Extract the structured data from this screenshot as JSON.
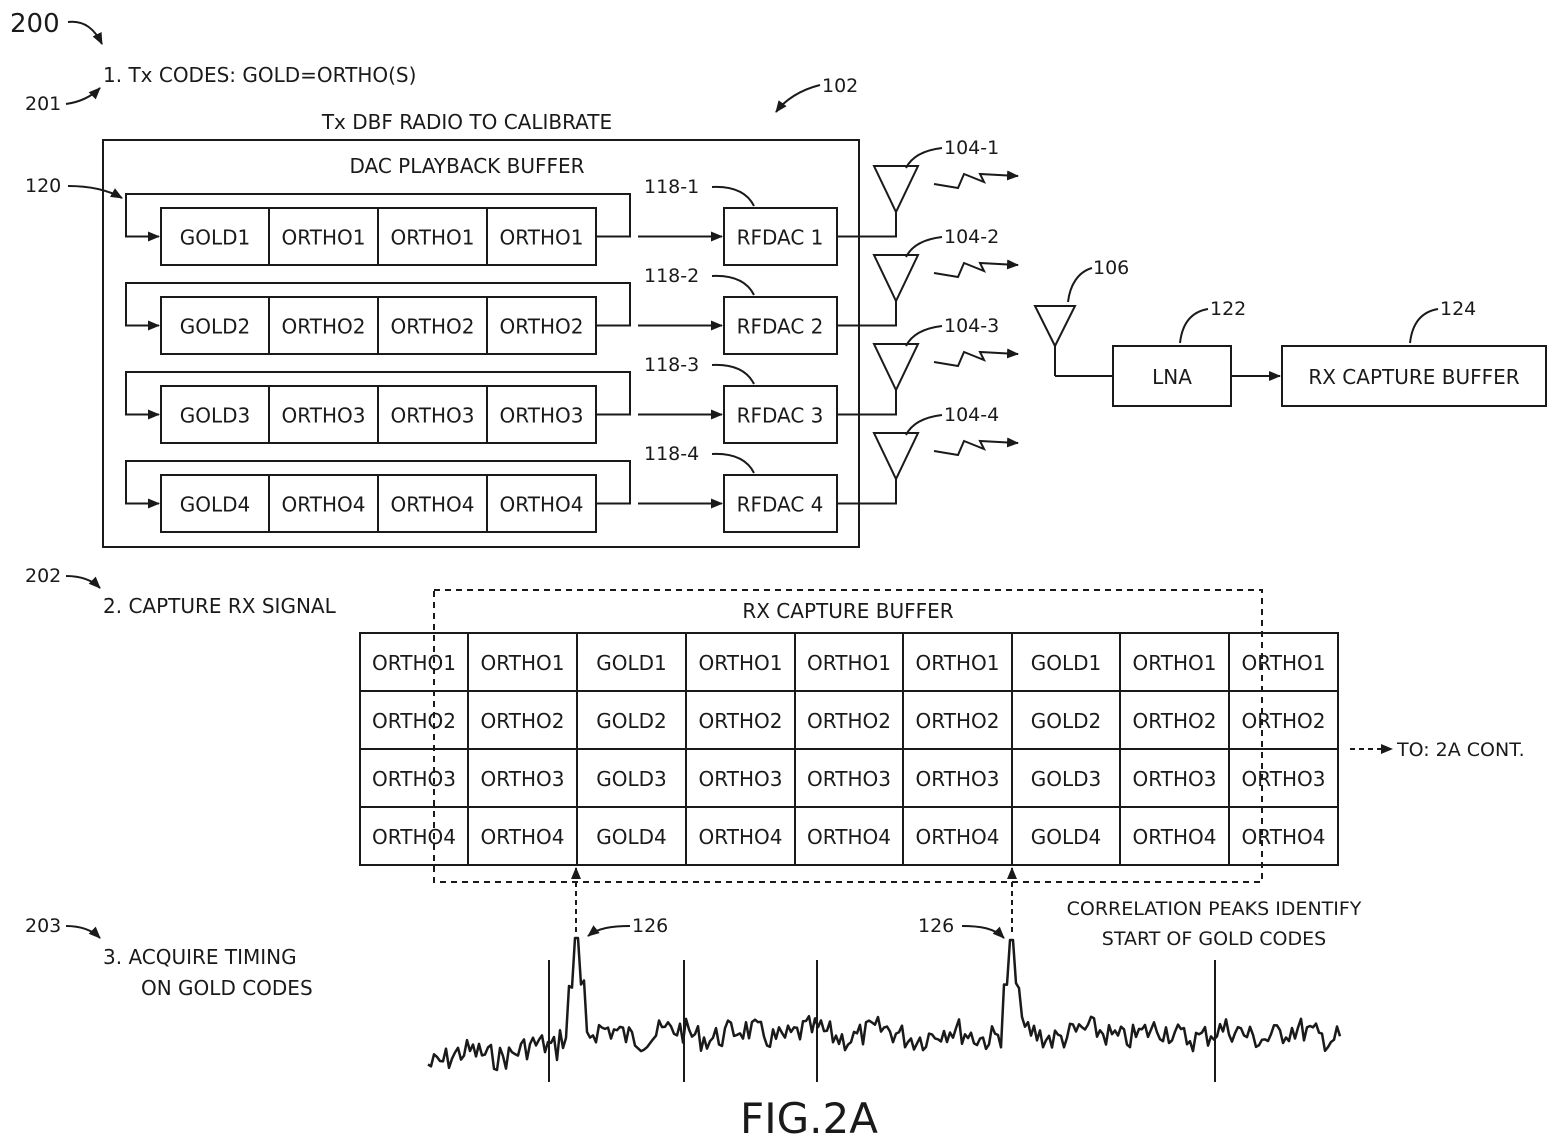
{
  "figure": {
    "ref": "200",
    "caption": "FIG.2A"
  },
  "steps": [
    {
      "ref": "201",
      "text": "1.  Tx CODES: GOLD=ORTHO(S)"
    },
    {
      "ref": "202",
      "text": "2.  CAPTURE RX SIGNAL"
    },
    {
      "ref": "203",
      "line1": "3.  ACQUIRE TIMING",
      "line2": "ON GOLD CODES"
    }
  ],
  "tx_radio": {
    "ref": "102",
    "title": "Tx DBF RADIO TO CALIBRATE",
    "buffer_title": "DAC PLAYBACK BUFFER",
    "buffer_ref": "120",
    "channels": [
      {
        "cells": [
          "GOLD1",
          "ORTHO1",
          "ORTHO1",
          "ORTHO1"
        ],
        "dac_ref": "118-1",
        "dac": "RFDAC 1",
        "antenna_ref": "104-1"
      },
      {
        "cells": [
          "GOLD2",
          "ORTHO2",
          "ORTHO2",
          "ORTHO2"
        ],
        "dac_ref": "118-2",
        "dac": "RFDAC 2",
        "antenna_ref": "104-2"
      },
      {
        "cells": [
          "GOLD3",
          "ORTHO3",
          "ORTHO3",
          "ORTHO3"
        ],
        "dac_ref": "118-3",
        "dac": "RFDAC 3",
        "antenna_ref": "104-3"
      },
      {
        "cells": [
          "GOLD4",
          "ORTHO4",
          "ORTHO4",
          "ORTHO4"
        ],
        "dac_ref": "118-4",
        "dac": "RFDAC 4",
        "antenna_ref": "104-4"
      }
    ]
  },
  "receiver": {
    "antenna_ref": "106",
    "lna": "LNA",
    "lna_ref": "122",
    "capture": "RX CAPTURE BUFFER",
    "capture_ref": "124"
  },
  "capture_grid": {
    "title": "RX CAPTURE BUFFER",
    "continuation": "TO: 2A CONT.",
    "rows": [
      [
        "ORTHO1",
        "ORTHO1",
        "GOLD1",
        "ORTHO1",
        "ORTHO1",
        "ORTHO1",
        "GOLD1",
        "ORTHO1",
        "ORTHO1"
      ],
      [
        "ORTHO2",
        "ORTHO2",
        "GOLD2",
        "ORTHO2",
        "ORTHO2",
        "ORTHO2",
        "GOLD2",
        "ORTHO2",
        "ORTHO2"
      ],
      [
        "ORTHO3",
        "ORTHO3",
        "GOLD3",
        "ORTHO3",
        "ORTHO3",
        "ORTHO3",
        "GOLD3",
        "ORTHO3",
        "ORTHO3"
      ],
      [
        "ORTHO4",
        "ORTHO4",
        "GOLD4",
        "ORTHO4",
        "ORTHO4",
        "ORTHO4",
        "GOLD4",
        "ORTHO4",
        "ORTHO4"
      ]
    ]
  },
  "correlation": {
    "peak_ref": "126",
    "note_line1": "CORRELATION PEAKS IDENTIFY",
    "note_line2": "START OF GOLD CODES"
  }
}
